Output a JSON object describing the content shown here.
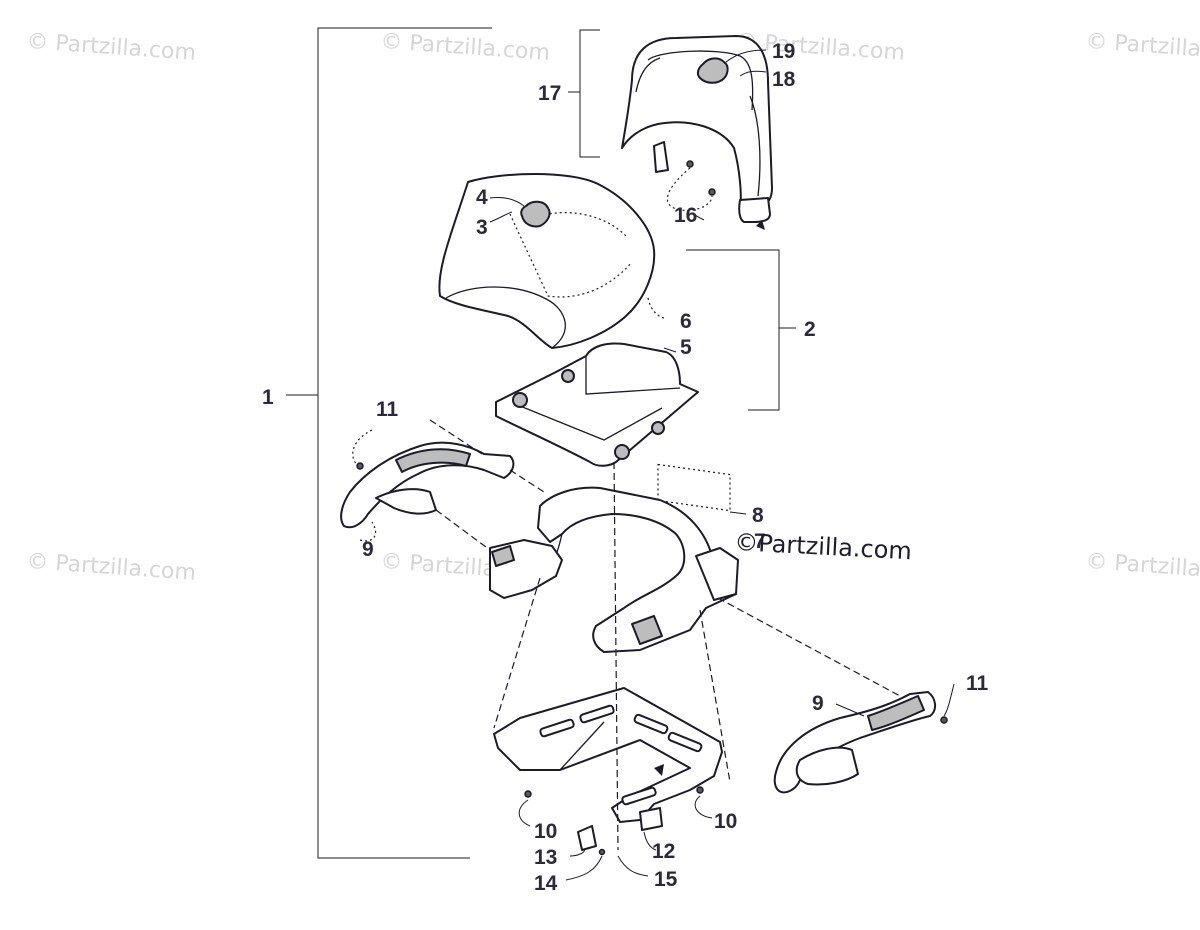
{
  "watermarks": {
    "site": "© Partzilla.com",
    "main": "©Partzilla.com"
  },
  "callouts": {
    "c1": "1",
    "c2": "2",
    "c3": "3",
    "c4": "4",
    "c5": "5",
    "c6": "6",
    "c7": "7",
    "c8": "8",
    "c9a": "9",
    "c9b": "9",
    "c10a": "10",
    "c10b": "10",
    "c11a": "11",
    "c11b": "11",
    "c12": "12",
    "c13": "13",
    "c14": "14",
    "c15": "15",
    "c16": "16",
    "c17": "17",
    "c18": "18",
    "c19": "19"
  },
  "colors": {
    "ink": "#1b1b2a",
    "watermark": "#d6d6d6",
    "paper": "#ffffff"
  }
}
